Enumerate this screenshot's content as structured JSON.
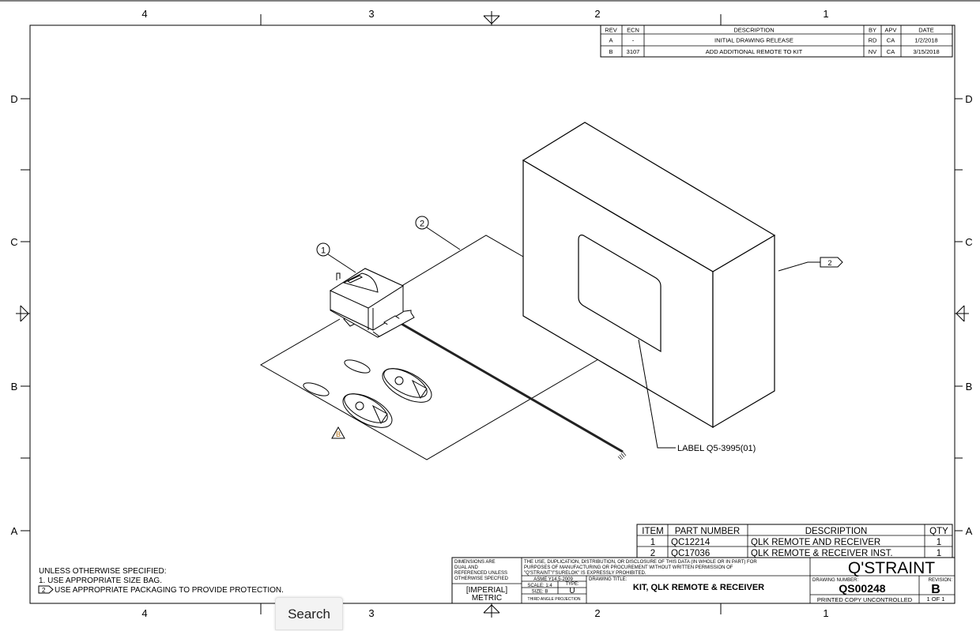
{
  "zones": {
    "columns": [
      "4",
      "3",
      "2",
      "1"
    ],
    "rows": [
      "D",
      "C",
      "B",
      "A"
    ]
  },
  "revision_table": {
    "headers": [
      "REV",
      "ECN",
      "DESCRIPTION",
      "BY",
      "APV",
      "DATE"
    ],
    "rows": [
      [
        "A",
        "-",
        "INITIAL DRAWING RELEASE",
        "RD",
        "CA",
        "1/2/2018"
      ],
      [
        "B",
        "3107",
        "ADD ADDITIONAL REMOTE TO KIT",
        "NV",
        "CA",
        "3/15/2018"
      ]
    ]
  },
  "callouts": {
    "balloon_1": "1",
    "balloon_2": "2",
    "flag_2": "2",
    "rev_triangle": "B",
    "label_note": "LABEL Q5-3995(01)"
  },
  "bom": {
    "headers": [
      "ITEM",
      "PART NUMBER",
      "DESCRIPTION",
      "QTY"
    ],
    "rows": [
      [
        "1",
        "QC12214",
        "QLK REMOTE AND RECEIVER",
        "1"
      ],
      [
        "2",
        "QC17036",
        "QLK REMOTE & RECEIVER INST.",
        "1"
      ]
    ]
  },
  "notes": {
    "line1": "UNLESS OTHERWISE SPECIFIED:",
    "line2": "1. USE APPROPRIATE SIZE BAG.",
    "line3_flag": "2",
    "line3": "USE APPROPRIATE PACKAGING TO PROVIDE PROTECTION."
  },
  "title_block": {
    "dims": [
      "DIMENSIONS ARE",
      "DUAL AND",
      "REFERENCED UNLESS",
      "OTHERWISE SPECFIED"
    ],
    "units_1": "[IMPERIAL]",
    "units_2": "METRIC",
    "copyright": [
      "THE USE, DUPLICATION, DISTRIBUTION, OR DISCLOSURE OF THIS DATA (IN WHOLE OR IN PART) FOR",
      "PURPOSES OF MANUFACTURING OR PROCUREMENT WITHOUT WRITTEN PERMISSION OF",
      "\"Q'STRAINT\"/\"SURELOK\" IS EXPRESSLY PROHIBITED."
    ],
    "standard": "ASME Y14.5-2009",
    "scale": "SCALE: 1:4",
    "type_label": "TYPE:",
    "type_value": "U",
    "size": "SIZE: B",
    "projection": "THIRD ANGLE PROJECTION",
    "drawing_title_label": "DRAWING TITLE:",
    "drawing_title": "KIT, QLK REMOTE & RECEIVER",
    "company": "Q'STRAINT",
    "drawing_number_label": "DRAWING NUMBER:",
    "drawing_number": "QS00248",
    "revision_label": "REVISION:",
    "revision": "B",
    "printed_note": "PRINTED COPY UNCONTROLLED",
    "sheet": "1 OF 1"
  },
  "taskbar": {
    "search_label": "Search"
  }
}
